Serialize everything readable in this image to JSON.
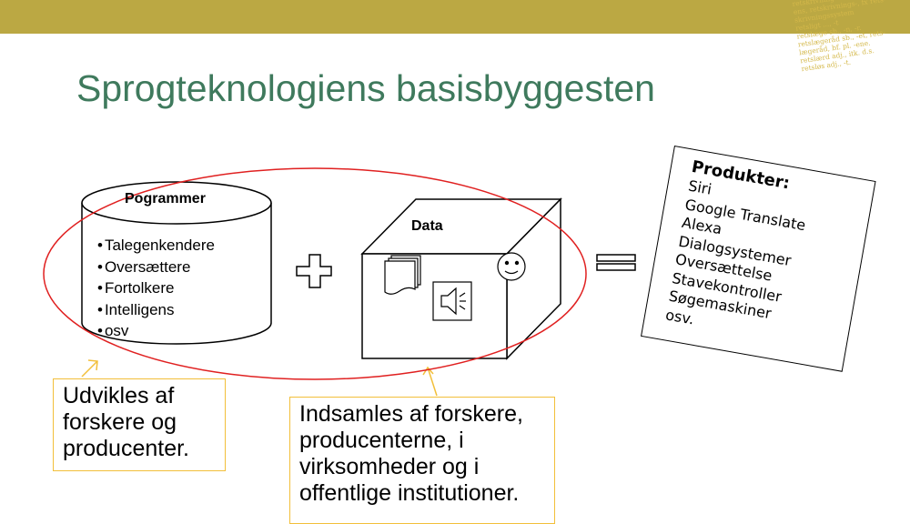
{
  "slide": {
    "title": "Sprogteknologiens basisbyggesten",
    "colors": {
      "topbar": "#bba843",
      "title": "#3f7a5d",
      "ellipse": "#e02020",
      "callout_border": "#f2bf3a"
    }
  },
  "dictionary_watermark": {
    "lines": [
      "retskrivning sb., -en, -er",
      "ens, retskrivnings-, fx rets-",
      "skrivningssystem",
      "retsligt ..., -t",
      "retslæge sb., -n, -r.",
      "retslægeråd sb., -et, rets-",
      "lægeråd, bf. pl. -ene.",
      "retslærd adj., itk. d.s.",
      "retsløs adj., -t."
    ]
  },
  "programs": {
    "title": "Pogrammer",
    "items": [
      "Talegenkendere",
      "Oversættere",
      "Fortolkere",
      "Intelligens",
      "osv"
    ]
  },
  "data_box": {
    "title": "Data",
    "icons": [
      "documents-icon",
      "speaker-icon",
      "smiley-icon"
    ]
  },
  "operators": {
    "plus": "plus-icon",
    "equals": "equals-icon"
  },
  "products": {
    "heading": "Produkter:",
    "items": [
      "Siri",
      "Google Translate",
      "Alexa",
      "Dialogsystemer",
      "Oversættelse",
      "Stavekontroller",
      "Søgemaskiner",
      "osv."
    ]
  },
  "callouts": {
    "programs_note": "Udvikles af forskere og producenter.",
    "data_note": "Indsamles af forskere, producenterne, i virksomheder og i offentlige institutioner."
  }
}
